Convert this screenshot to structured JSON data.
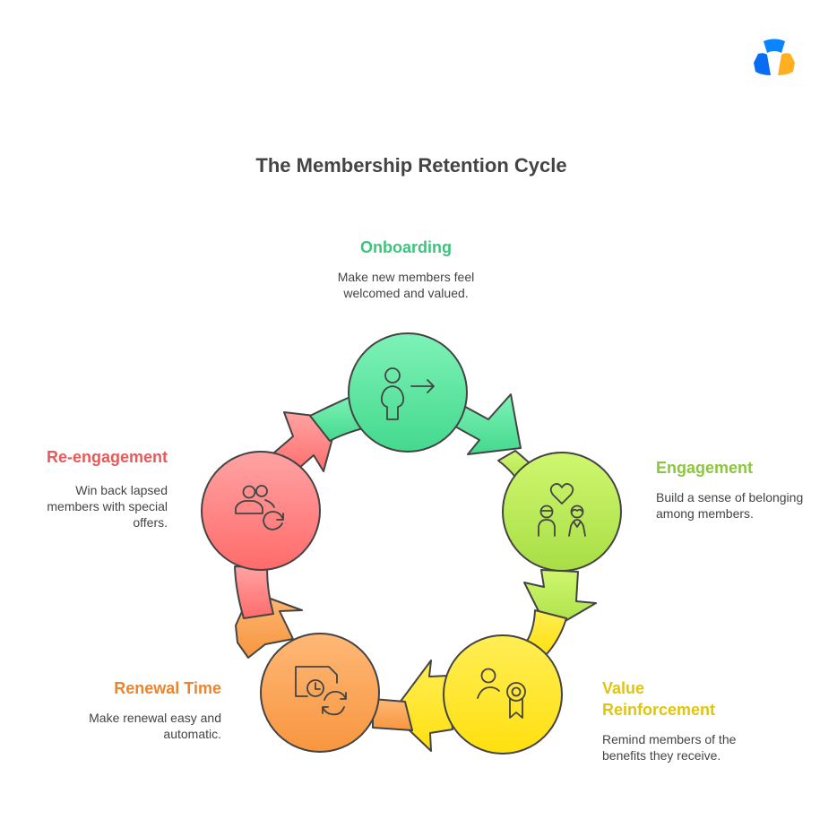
{
  "title": "The Membership Retention Cycle",
  "logo": {
    "icon": "brand-logo-icon",
    "colors": [
      "#0A84FF",
      "#0A6CF0",
      "#FFB020"
    ]
  },
  "stages": [
    {
      "id": "onboarding",
      "label": "Onboarding",
      "description_lines": [
        "Make new members feel",
        "welcomed and valued."
      ],
      "icon": "person-arrow-right-icon",
      "label_color": "#3CC47C",
      "fill_top": "#7EF2B6",
      "fill_bottom": "#44D98E"
    },
    {
      "id": "engagement",
      "label": "Engagement",
      "description_lines": [
        "Build a sense of belonging",
        "among members."
      ],
      "icon": "couple-heart-icon",
      "label_color": "#8CC63F",
      "fill_top": "#C9F56B",
      "fill_bottom": "#A8DE45"
    },
    {
      "id": "value-reinforcement",
      "label_lines": [
        "Value",
        "Reinforcement"
      ],
      "label": "Value Reinforcement",
      "description_lines": [
        "Remind members of the",
        "benefits they receive."
      ],
      "icon": "person-award-icon",
      "label_color": "#E0C50F",
      "fill_top": "#FFEE55",
      "fill_bottom": "#FFE119"
    },
    {
      "id": "renewal-time",
      "label": "Renewal Time",
      "description_lines": [
        "Make renewal easy and",
        "automatic."
      ],
      "icon": "document-clock-refresh-icon",
      "label_color": "#E8862F",
      "fill_top": "#FFB877",
      "fill_bottom": "#F99A45"
    },
    {
      "id": "re-engagement",
      "label": "Re-engagement",
      "description_lines": [
        "Win back lapsed",
        "members with special",
        "offers."
      ],
      "icon": "users-refresh-icon",
      "label_color": "#E85A5A",
      "fill_top": "#FF9E9E",
      "fill_bottom": "#FF7070"
    }
  ]
}
